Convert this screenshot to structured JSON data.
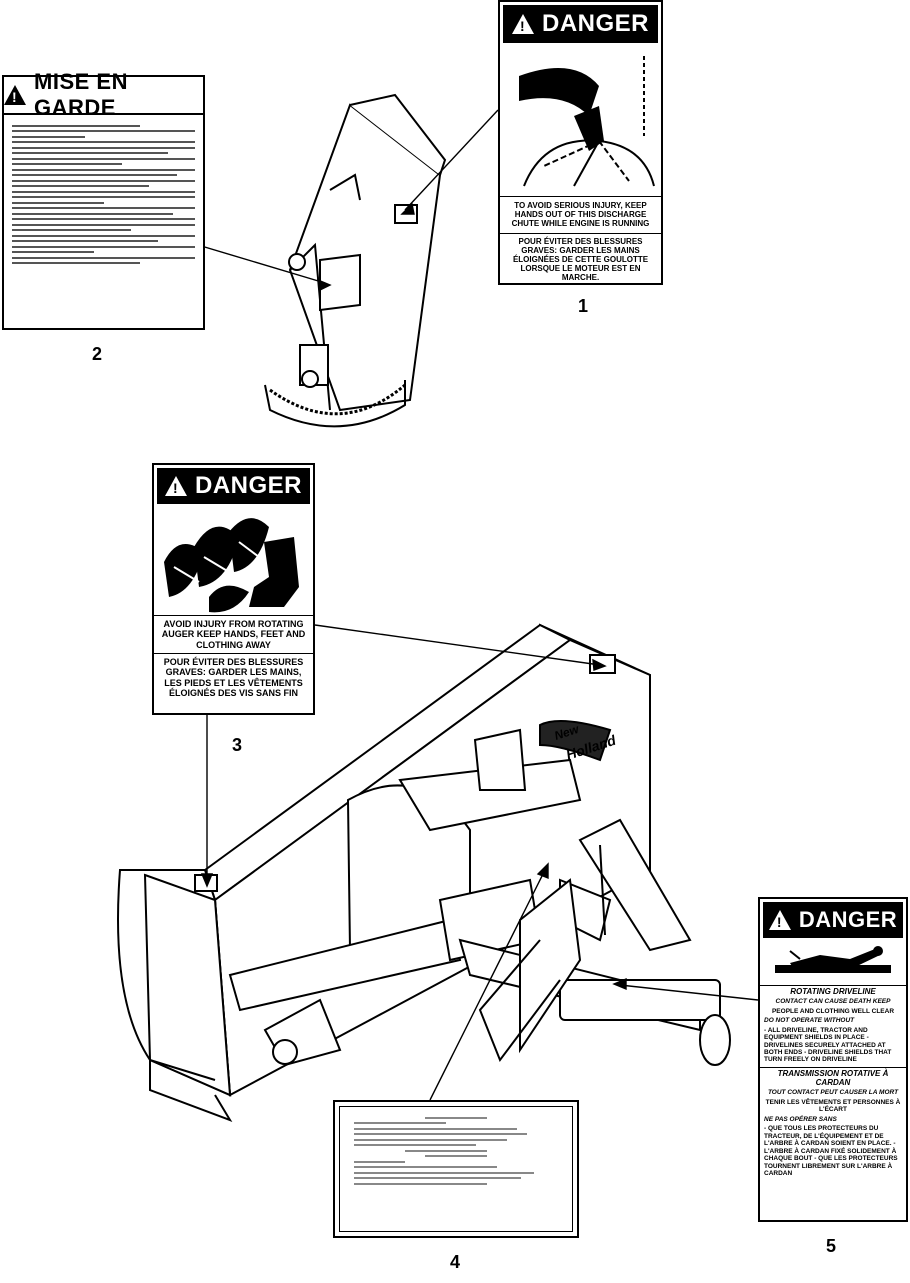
{
  "decal1": {
    "header": "DANGER",
    "english": "TO AVOID SERIOUS INJURY, KEEP HANDS OUT OF THIS DISCHARGE CHUTE WHILE ENGINE IS RUNNING",
    "french": "POUR ÉVITER DES BLESSURES GRAVES: GARDER LES MAINS ÉLOIGNÉES DE CETTE GOULOTTE LORSQUE LE MOTEUR EST EN MARCHE.",
    "number": "1"
  },
  "decal2": {
    "header": "MISE EN GARDE",
    "number": "2"
  },
  "decal3": {
    "header": "DANGER",
    "english": "AVOID INJURY FROM ROTATING AUGER KEEP HANDS, FEET AND CLOTHING AWAY",
    "french": "POUR ÉVITER DES BLESSURES GRAVES: GARDER LES MAINS, LES PIEDS ET LES VÊTEMENTS ÉLOIGNÉS DES VIS SANS FIN",
    "number": "3"
  },
  "decal4": {
    "number": "4"
  },
  "decal5": {
    "header": "DANGER",
    "title_en": "ROTATING DRIVELINE",
    "warn_en": "CONTACT CAN CAUSE DEATH KEEP",
    "people_en": "PEOPLE AND CLOTHING WELL CLEAR",
    "dno": "DO NOT OPERATE WITHOUT",
    "list_en": "- ALL DRIVELINE, TRACTOR AND EQUIPMENT SHIELDS IN PLACE - DRIVELINES SECURELY ATTACHED AT BOTH ENDS - DRIVELINE SHIELDS THAT TURN FREELY ON DRIVELINE",
    "title_fr": "TRANSMISSION ROTATIVE À CARDAN",
    "warn_fr": "TOUT CONTACT PEUT CAUSER LA MORT",
    "keep_fr": "TENIR LES VÊTEMENTS ET PERSONNES À L'ÉCART",
    "npas": "NE PAS OPÉRER SANS",
    "list_fr": "- QUE TOUS LES PROTECTEURS DU TRACTEUR, DE L'ÉQUIPEMENT ET DE L'ARBRE À CARDAN SOIENT EN PLACE. - L'ARBRE À CARDAN FIXÉ SOLIDEMENT À CHAQUE BOUT - QUE LES PROTECTEURS TOURNENT LIBREMENT SUR L'ARBRE À CARDAN",
    "number": "5"
  },
  "machine": {
    "brand_line1": "New",
    "brand_line2": "Holland"
  }
}
